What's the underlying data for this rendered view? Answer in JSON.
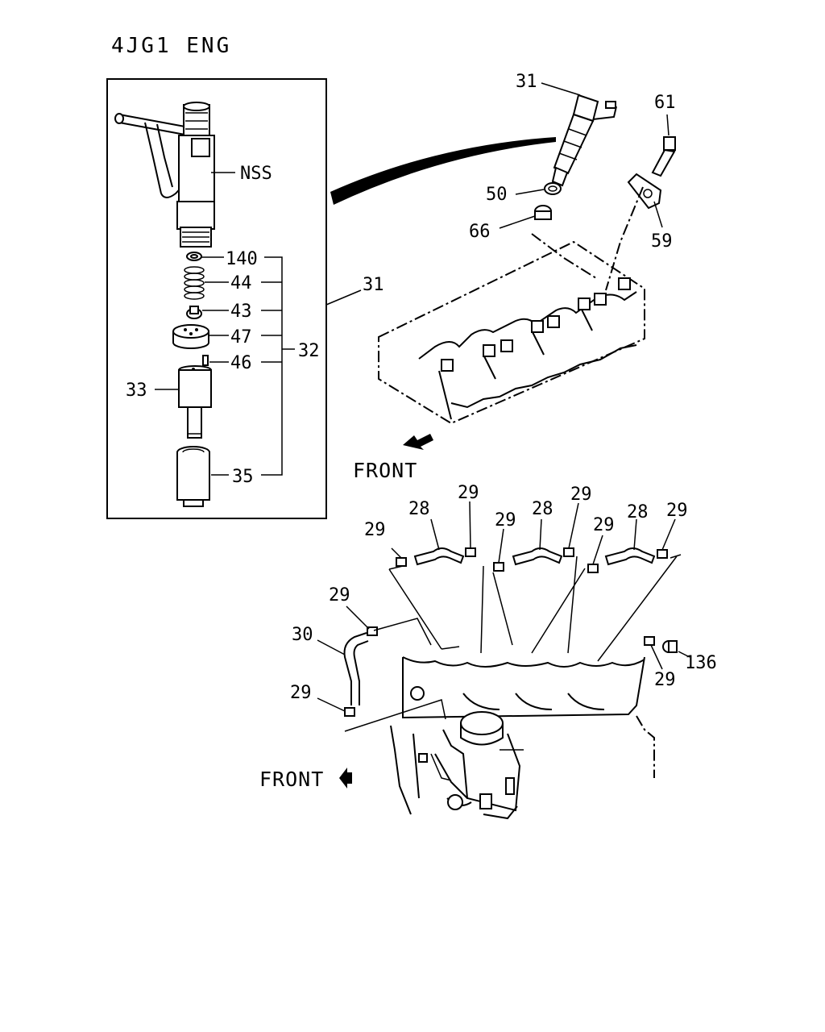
{
  "title": "4JG1 ENG",
  "callouts": {
    "nss": "NSS",
    "c140": "140",
    "c44": "44",
    "c43": "43",
    "c47": "47",
    "c46": "46",
    "c32": "32",
    "c33": "33",
    "c35": "35",
    "c31_box": "31",
    "c31_top": "31",
    "c61": "61",
    "c50": "50",
    "c66": "66",
    "c59": "59",
    "c28_a": "28",
    "c28_b": "28",
    "c28_c": "28",
    "c29_a": "29",
    "c29_b": "29",
    "c29_c": "29",
    "c29_d": "29",
    "c29_e": "29",
    "c29_f": "29",
    "c29_g": "29",
    "c29_h": "29",
    "c29_i": "29",
    "c30": "30",
    "c136": "136"
  },
  "labels": {
    "front_upper": "FRONT",
    "front_lower": "FRONT"
  }
}
